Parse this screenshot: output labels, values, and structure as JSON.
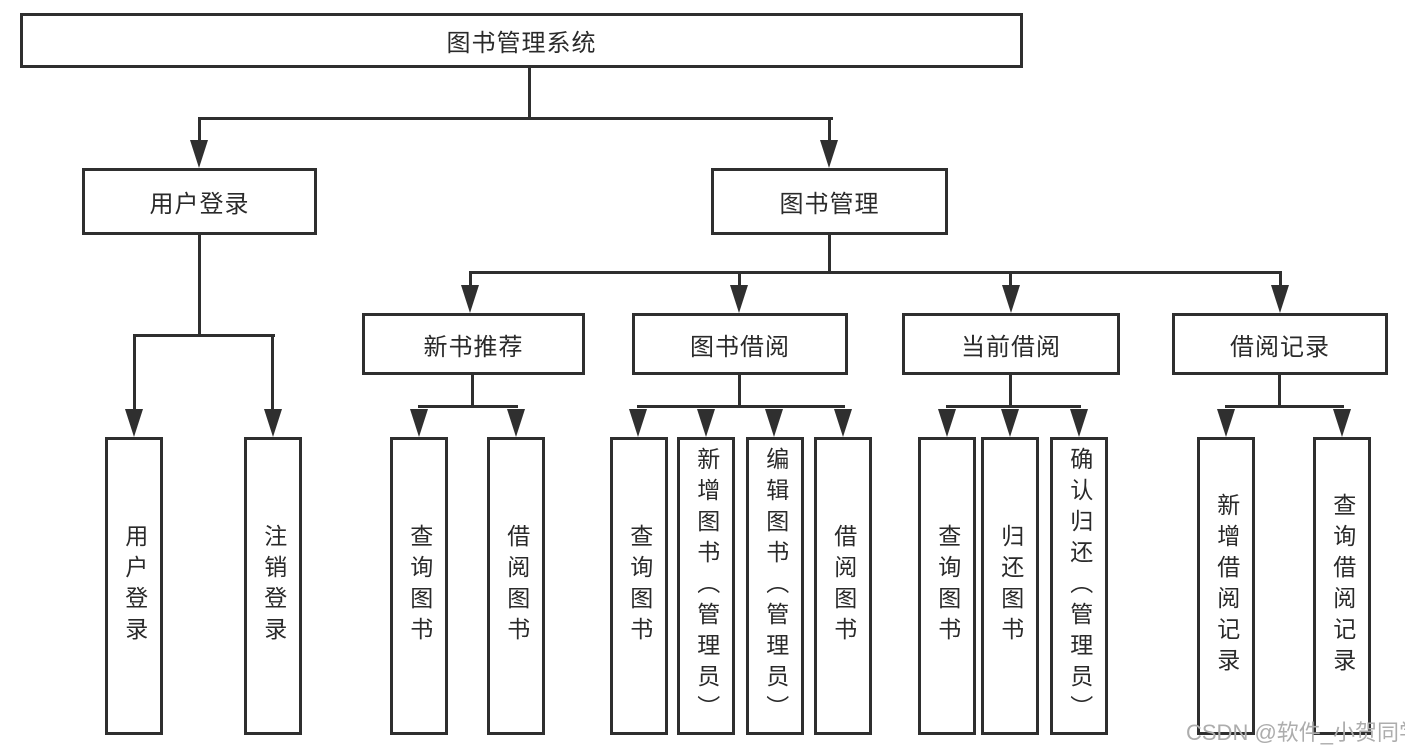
{
  "nodes": {
    "root": "图书管理系统",
    "login": "用户登录",
    "book_mgmt": "图书管理",
    "new_book_rec": "新书推荐",
    "book_borrow": "图书借阅",
    "current_borrow": "当前借阅",
    "borrow_records": "借阅记录",
    "leaves": {
      "user_login": "用户登录",
      "logout": "注销登录",
      "rec_query_books": "查询图书",
      "rec_borrow_books": "借阅图书",
      "bb_query_books": "查询图书",
      "bb_add_books": "新增图书（管理员）",
      "bb_edit_books": "编辑图书（管理员）",
      "bb_borrow_books": "借阅图书",
      "cb_query_books": "查询图书",
      "cb_return_books": "归还图书",
      "cb_confirm_return": "确认归还（管理员）",
      "br_add_record": "新增借阅记录",
      "br_query_record": "查询借阅记录"
    }
  },
  "watermark": "CSDN @软件_小贺同学",
  "colors": {
    "line": "#2f2f2f",
    "box_border": "#2f2f2f",
    "text": "#2a2a2a",
    "watermark": "#adadad",
    "background": "#ffffff"
  }
}
